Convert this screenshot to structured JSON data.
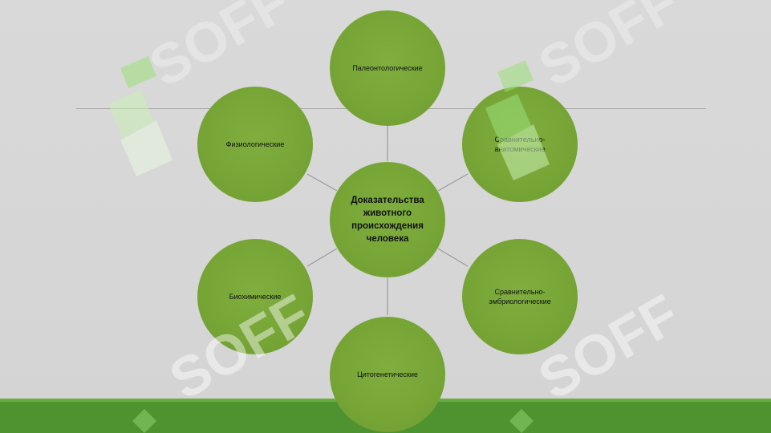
{
  "diagram": {
    "center": {
      "label": "Доказательства животного происхождения человека"
    },
    "nodes": [
      {
        "id": "paleontological",
        "label": "Палеонтологические"
      },
      {
        "id": "comparative-anatomical",
        "label": "Сравнительно-\nанатомические"
      },
      {
        "id": "comparative-embryological",
        "label": "Сравнительно-\nэмбриологические"
      },
      {
        "id": "cytogenetic",
        "label": "Цитогенетические"
      },
      {
        "id": "biochemical",
        "label": "Биохимические"
      },
      {
        "id": "physiological",
        "label": "Физиологические"
      }
    ]
  },
  "watermark": {
    "text": "SOFF"
  },
  "colors": {
    "background": "#d7d7d7",
    "node_fill": "#76a536",
    "footer_band": "#4f9331",
    "connector": "#9a9a9a"
  }
}
